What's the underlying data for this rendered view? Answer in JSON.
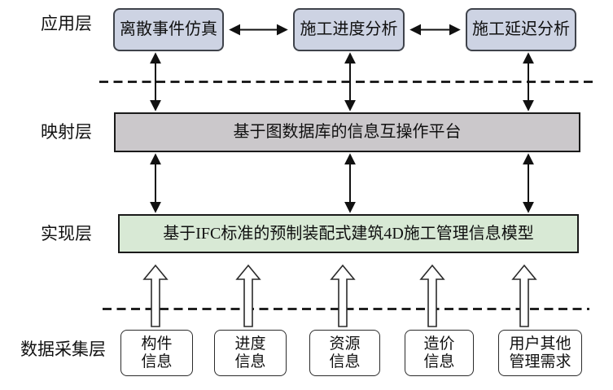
{
  "diagram": {
    "layer_labels": {
      "application": "应用层",
      "mapping": "映射层",
      "implementation": "实现层",
      "data_collection": "数据采集层"
    },
    "application_boxes": [
      "离散事件仿真",
      "施工进度分析",
      "施工延迟分析"
    ],
    "mapping_box": "基于图数据库的信息互操作平台",
    "implementation_box": "基于IFC标准的预制装配式建筑4D施工管理信息模型",
    "data_boxes": [
      {
        "line1": "构件",
        "line2": "信息"
      },
      {
        "line1": "进度",
        "line2": "信息"
      },
      {
        "line1": "资源",
        "line2": "信息"
      },
      {
        "line1": "造价",
        "line2": "信息"
      },
      {
        "line1": "用户其他",
        "line2": "管理需求"
      }
    ],
    "colors": {
      "app_box_fill": "#cdd3e3",
      "app_box_border": "#3f434b",
      "mapping_fill": "#cbc8cb",
      "implementation_fill": "#d8e9d5",
      "data_box_fill": "#ffffff",
      "line": "#111111"
    }
  }
}
